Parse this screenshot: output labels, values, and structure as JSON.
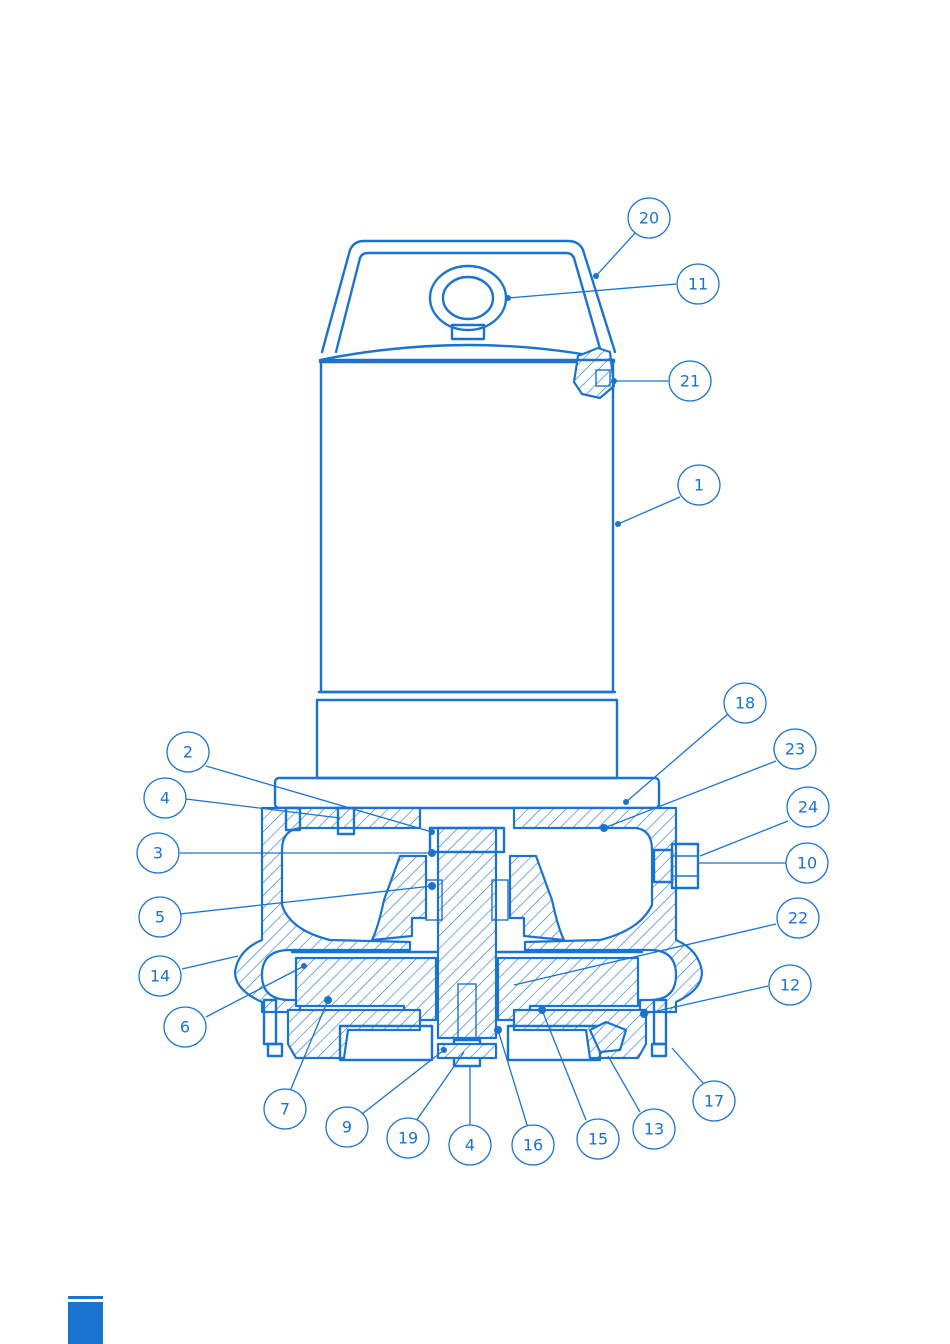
{
  "diagram": {
    "callouts": [
      {
        "id": "c20",
        "label": "20"
      },
      {
        "id": "c11",
        "label": "11"
      },
      {
        "id": "c21",
        "label": "21"
      },
      {
        "id": "c1",
        "label": "1"
      },
      {
        "id": "c18",
        "label": "18"
      },
      {
        "id": "c23",
        "label": "23"
      },
      {
        "id": "c2",
        "label": "2"
      },
      {
        "id": "c4a",
        "label": "4"
      },
      {
        "id": "c24",
        "label": "24"
      },
      {
        "id": "c3",
        "label": "3"
      },
      {
        "id": "c10",
        "label": "10"
      },
      {
        "id": "c5",
        "label": "5"
      },
      {
        "id": "c22",
        "label": "22"
      },
      {
        "id": "c14",
        "label": "14"
      },
      {
        "id": "c12",
        "label": "12"
      },
      {
        "id": "c6",
        "label": "6"
      },
      {
        "id": "c17",
        "label": "17"
      },
      {
        "id": "c7",
        "label": "7"
      },
      {
        "id": "c13",
        "label": "13"
      },
      {
        "id": "c9",
        "label": "9"
      },
      {
        "id": "c15",
        "label": "15"
      },
      {
        "id": "c19",
        "label": "19"
      },
      {
        "id": "c16",
        "label": "16"
      },
      {
        "id": "c4b",
        "label": "4"
      }
    ]
  },
  "colors": {
    "accent": "#1a74cf",
    "background": "#ffffff"
  }
}
